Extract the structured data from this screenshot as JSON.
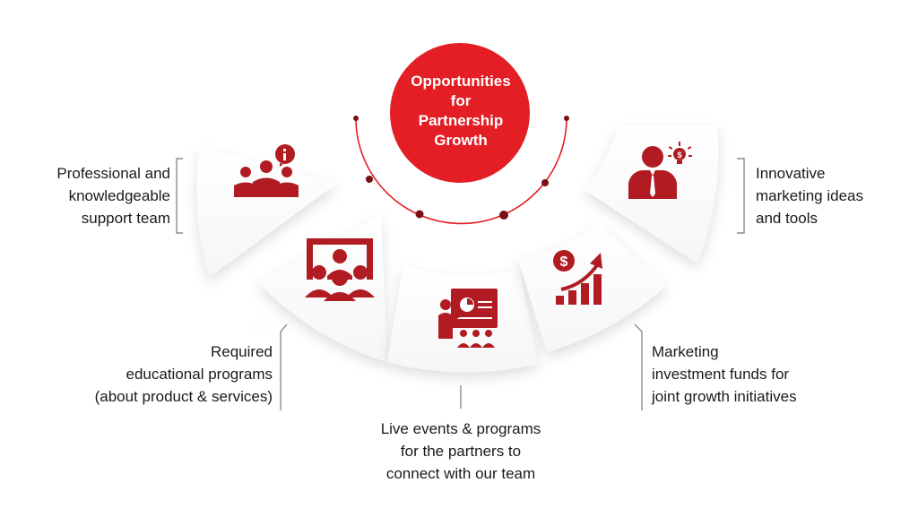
{
  "center": {
    "title_lines": [
      "Opportunities",
      "for",
      "Partnership",
      "Growth"
    ]
  },
  "colors": {
    "accent": "#e31e24",
    "icon": "#b01c22",
    "dot": "#7a1016",
    "bracket": "#8a8a8a",
    "text": "#1a1a1a"
  },
  "segments": [
    {
      "icon": "support-team-icon",
      "lines": [
        "Professional and",
        "knowledgeable",
        "support team"
      ]
    },
    {
      "icon": "presentation-audience-icon",
      "lines": [
        "Required",
        "educational programs",
        "(about product & services)"
      ]
    },
    {
      "icon": "presenter-board-icon",
      "lines": [
        "Live events & programs",
        "for the partners to",
        "connect with our team"
      ]
    },
    {
      "icon": "growth-chart-dollar-icon",
      "lines": [
        "Marketing",
        "investment funds for",
        "joint growth initiatives"
      ]
    },
    {
      "icon": "idea-person-icon",
      "lines": [
        "Innovative",
        "marketing ideas",
        "and tools"
      ]
    }
  ]
}
